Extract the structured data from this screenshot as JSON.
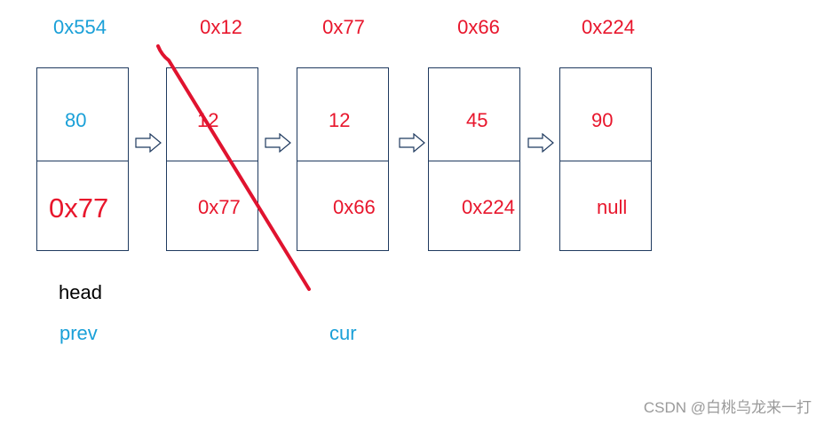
{
  "colors": {
    "blue": "#1aa0d8",
    "red": "#e8162c",
    "black": "#000000"
  },
  "nodes": [
    {
      "address": "0x554",
      "value": "80",
      "next": "0x77"
    },
    {
      "address": "0x12",
      "value": "12",
      "next": "0x77"
    },
    {
      "address": "0x77",
      "value": "12",
      "next": "0x66"
    },
    {
      "address": "0x66",
      "value": "45",
      "next": "0x224"
    },
    {
      "address": "0x224",
      "value": "90",
      "next": "null"
    }
  ],
  "pointers": {
    "head": "head",
    "prev": "prev",
    "cur": "cur"
  },
  "watermark": "CSDN @白桃乌龙来一打"
}
